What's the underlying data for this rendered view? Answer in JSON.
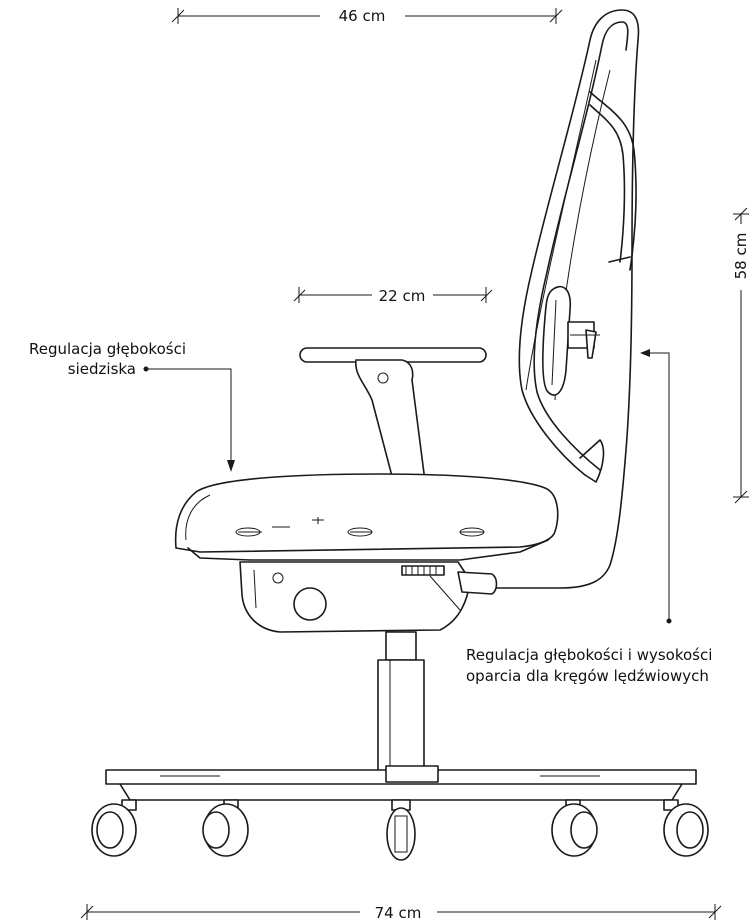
{
  "dimensions": {
    "seat_depth": "46 cm",
    "armrest_adjust": "22 cm",
    "backrest_height": "58 cm",
    "base_width": "74 cm"
  },
  "annotations": {
    "seat_depth_adjust_line1": "Regulacja głębokości",
    "seat_depth_adjust_line2": "siedziska",
    "lumbar_adjust_line1": "Regulacja głębokości i wysokości",
    "lumbar_adjust_line2": "oparcia dla kręgów lędźwiowych"
  }
}
